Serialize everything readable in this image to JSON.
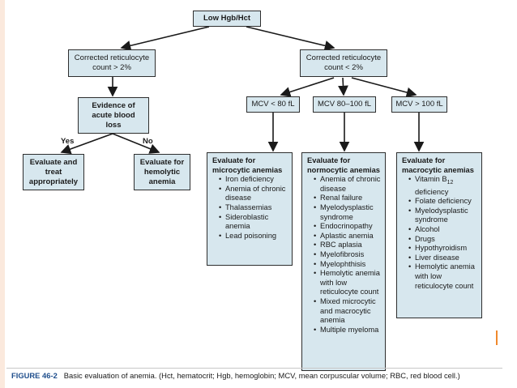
{
  "diagram": {
    "root": "Low Hgb/Hct",
    "retic_high": "Corrected reticulocyte count > 2%",
    "retic_low": "Corrected reticulocyte count < 2%",
    "blood_loss": "Evidence of acute blood loss",
    "yes_label": "Yes",
    "no_label": "No",
    "treat": "Evaluate and treat appropriately",
    "hemolytic": "Evaluate for hemolytic anemia",
    "mcv_low": "MCV < 80 fL",
    "mcv_mid": "MCV 80–100 fL",
    "mcv_high": "MCV > 100 fL",
    "micro_title": "Evaluate for microcytic anemias",
    "micro_items": [
      "Iron deficiency",
      "Anemia of chronic disease",
      "Thalassemias",
      "Sideroblastic anemia",
      "Lead poisoning"
    ],
    "normo_title": "Evaluate for normocytic anemias",
    "normo_items": [
      "Anemia of chronic disease",
      "Renal failure",
      "Myelodysplastic syndrome",
      "Endocrinopathy",
      "Aplastic anemia",
      "RBC aplasia",
      "Myelofibrosis",
      "Myelophthisis",
      "Hemolytic anemia with low reticulocyte count",
      "Mixed microcytic and macrocytic anemia",
      "Multiple myeloma"
    ],
    "macro_title": "Evaluate for macrocytic anemias",
    "macro_b12_prefix": "Vitamin B",
    "macro_b12_sub": "12",
    "macro_b12_suffix": "deficiency",
    "macro_items": [
      "Folate deficiency",
      "Myelodysplastic syndrome",
      "Alcohol",
      "Drugs",
      "Hypothyroidism",
      "Liver disease",
      "Hemolytic anemia with low reticulocyte count"
    ]
  },
  "caption": {
    "figure": "FIGURE 46-2",
    "text": "Basic evaluation of anemia. (Hct, hematocrit; Hgb, hemoglobin; MCV, mean corpuscular volume; RBC, red blood cell.)"
  }
}
